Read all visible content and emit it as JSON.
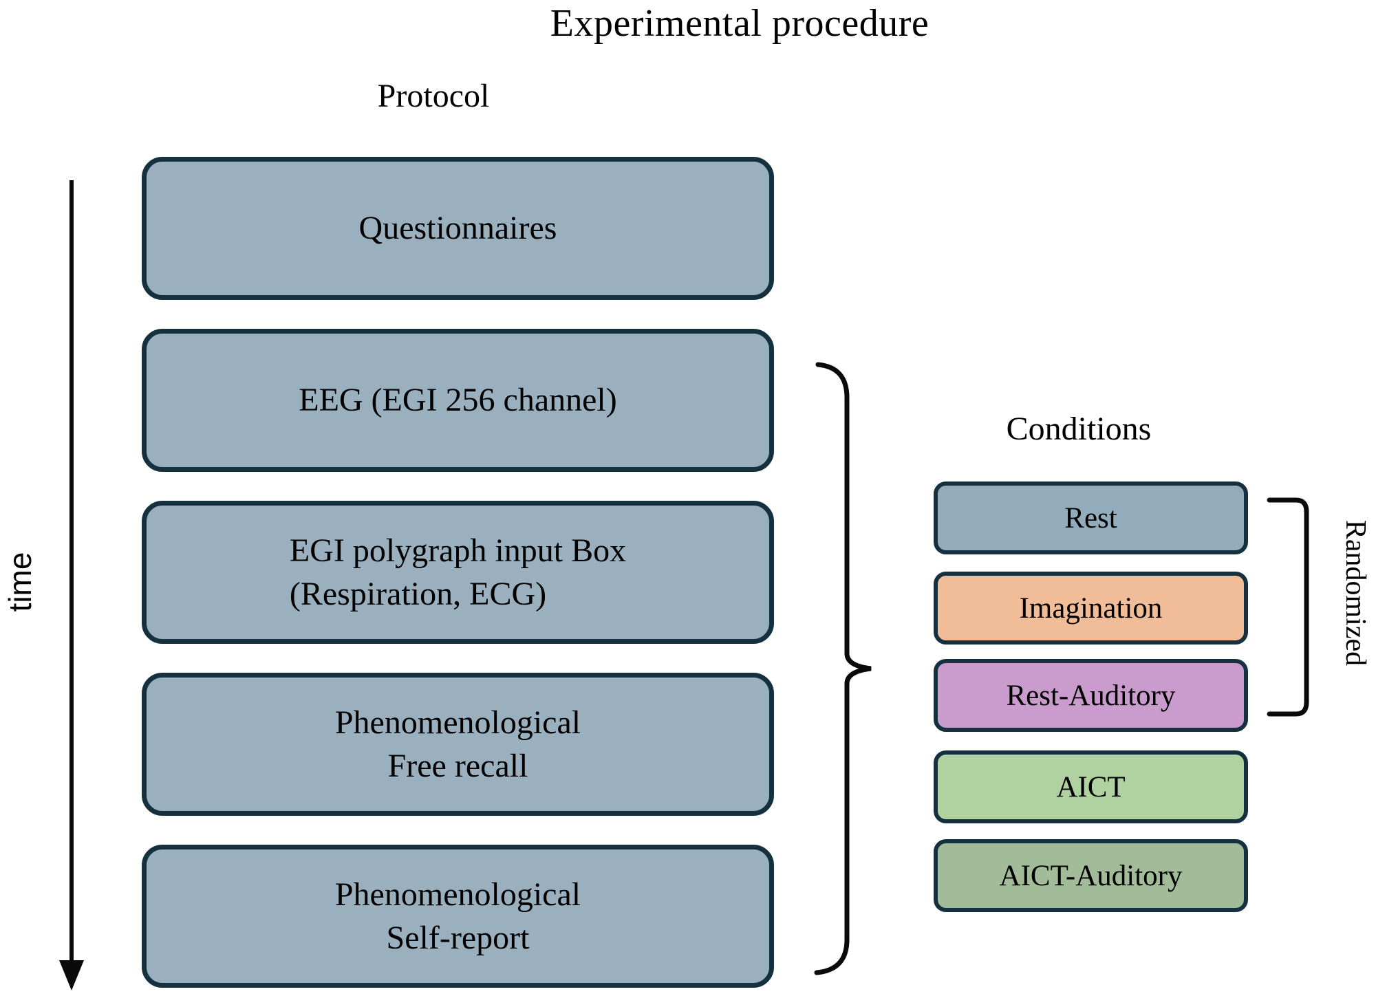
{
  "title": "Experimental procedure",
  "protocol": {
    "heading": "Protocol",
    "time_label": "time",
    "steps": [
      "Questionnaires",
      "EEG (EGI 256 channel)",
      "EGI polygraph input Box\n(Respiration, ECG)",
      "Phenomenological\nFree recall",
      "Phenomenological\nSelf-report"
    ]
  },
  "conditions": {
    "heading": "Conditions",
    "randomized_label": "Randomized",
    "items": [
      {
        "label": "Rest",
        "color": "#93acbc"
      },
      {
        "label": "Imagination",
        "color": "#f1bc98"
      },
      {
        "label": "Rest-Auditory",
        "color": "#ca9bcd"
      },
      {
        "label": "AICT",
        "color": "#b0d1a0"
      },
      {
        "label": "AICT-Auditory",
        "color": "#a2bb98"
      }
    ]
  },
  "colors": {
    "protocol_box_fill": "#9ab0bf",
    "box_border": "#15303e",
    "line_color": "#0a0a0a",
    "text": "#000000"
  }
}
